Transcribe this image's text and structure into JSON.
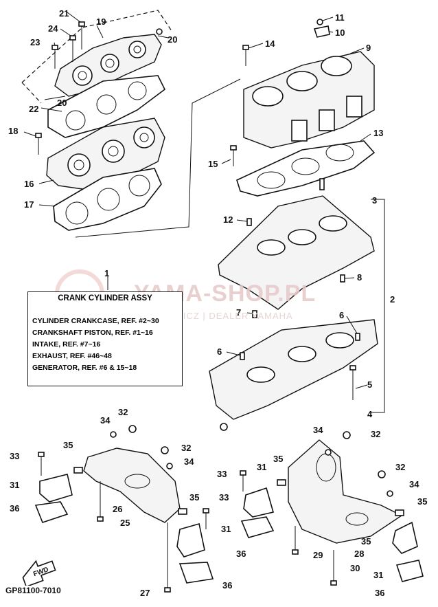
{
  "callouts": {
    "c1": "1",
    "c2": "2",
    "c3": "3",
    "c4": "4",
    "c5": "5",
    "c6a": "6",
    "c6b": "6",
    "c7": "7",
    "c8": "8",
    "c9": "9",
    "c10": "10",
    "c11": "11",
    "c12": "12",
    "c13": "13",
    "c14": "14",
    "c15": "15",
    "c16": "16",
    "c17": "17",
    "c18": "18",
    "c19": "19",
    "c20a": "20",
    "c20b": "20",
    "c21": "21",
    "c22": "22",
    "c23": "23",
    "c24": "24",
    "c25": "25",
    "c26": "26",
    "c27": "27",
    "c28": "28",
    "c29": "29",
    "c30": "30",
    "c31a": "31",
    "c31b": "31",
    "c31c": "31",
    "c31d": "31",
    "c32a": "32",
    "c32b": "32",
    "c32c": "32",
    "c32d": "32",
    "c33a": "33",
    "c33b": "33",
    "c33c": "33",
    "c34a": "34",
    "c34b": "34",
    "c34c": "34",
    "c34d": "34",
    "c35a": "35",
    "c35b": "35",
    "c35c": "35",
    "c35d": "35",
    "c36a": "36",
    "c36b": "36",
    "c36c": "36",
    "c36d": "36"
  },
  "reference_box": {
    "title": "CRANK CYLINDER ASSY",
    "lines": [
      "CYLINDER CRANKCASE, REF. #2~30",
      "CRANKSHAFT PISTON,   REF. #1~16",
      "INTAKE,      REF. #7~16",
      "EXHAUST,   REF. #46~48",
      "GENERATOR, REF. #6 & 15~18"
    ]
  },
  "watermark": {
    "text": "YAMA-SHOP.PL",
    "subtext": "ECHOWICZ | DEALER YAMAHA"
  },
  "fwd_label": "FWD",
  "drawing_code": "GP81100-7010"
}
